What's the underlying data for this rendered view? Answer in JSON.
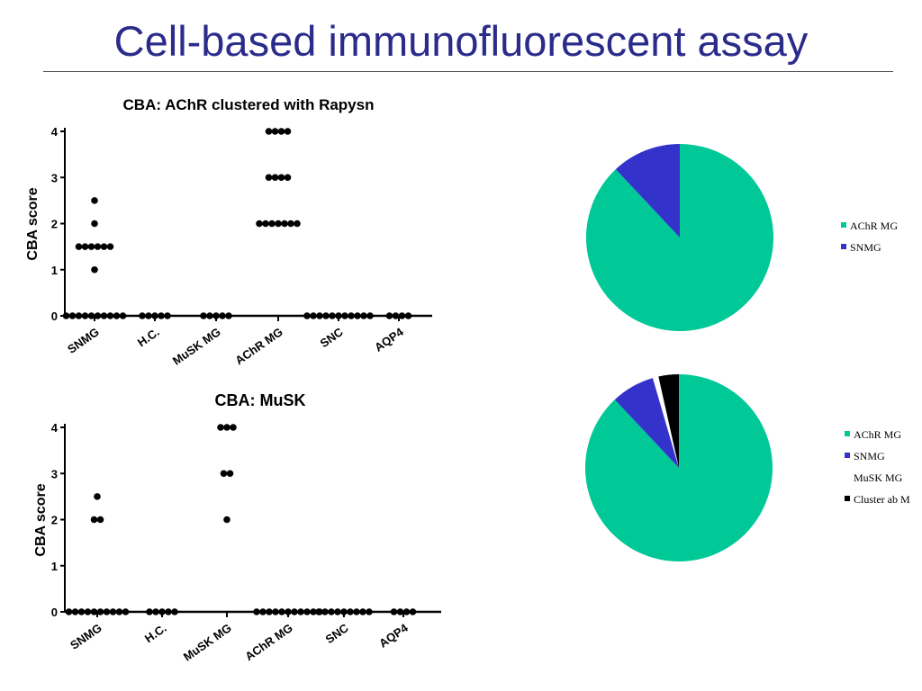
{
  "slide": {
    "title": "Cell-based immunofluorescent assay"
  },
  "chart_data": [
    {
      "type": "scatter",
      "title": "CBA: AChR clustered with Rapysn",
      "xlabel": "",
      "ylabel": "CBA score",
      "ylim": [
        0,
        4
      ],
      "yticks": [
        0,
        1,
        2,
        3,
        4
      ],
      "categories": [
        "SNMG",
        "H.C.",
        "MuSK MG",
        "AChR MG",
        "SNC",
        "AQP4"
      ],
      "points": [
        [
          0,
          0,
          0,
          0,
          0,
          0,
          0,
          0,
          0,
          0,
          1,
          1.5,
          1.5,
          1.5,
          1.5,
          1.5,
          1.5,
          2,
          2.5
        ],
        [
          0,
          0,
          0,
          0,
          0
        ],
        [
          0,
          0,
          0,
          0,
          0
        ],
        [
          2,
          2,
          2,
          2,
          2,
          2,
          2,
          3,
          3,
          3,
          3,
          4,
          4,
          4,
          4
        ],
        [
          0,
          0,
          0,
          0,
          0,
          0,
          0,
          0,
          0,
          0,
          0
        ],
        [
          0,
          0,
          0,
          0
        ]
      ]
    },
    {
      "type": "scatter",
      "title": "CBA: MuSK",
      "xlabel": "",
      "ylabel": "CBA score",
      "ylim": [
        0,
        4
      ],
      "yticks": [
        0,
        1,
        2,
        3,
        4
      ],
      "categories": [
        "SNMG",
        "H.C.",
        "MuSK MG",
        "AChR MG",
        "SNC",
        "AQP4"
      ],
      "points": [
        [
          0,
          0,
          0,
          0,
          0,
          0,
          0,
          0,
          0,
          0,
          2,
          2,
          2.5
        ],
        [
          0,
          0,
          0,
          0,
          0
        ],
        [
          2,
          3,
          3,
          4,
          4,
          4
        ],
        [
          0,
          0,
          0,
          0,
          0,
          0,
          0,
          0,
          0,
          0,
          0
        ],
        [
          0,
          0,
          0,
          0,
          0,
          0,
          0,
          0,
          0
        ],
        [
          0,
          0,
          0,
          0
        ]
      ]
    },
    {
      "type": "pie",
      "labels": [
        "AChR MG",
        "SNMG"
      ],
      "values": [
        88,
        12
      ],
      "colors": [
        "#00c896",
        "#3333cc"
      ]
    },
    {
      "type": "pie",
      "labels": [
        "AChR MG",
        "SNMG",
        "MuSK MG",
        "Cluster ab M"
      ],
      "values": [
        88,
        7.5,
        1,
        3.5
      ],
      "colors": [
        "#00c896",
        "#3333cc",
        "#ffffff",
        "#000000"
      ]
    }
  ]
}
